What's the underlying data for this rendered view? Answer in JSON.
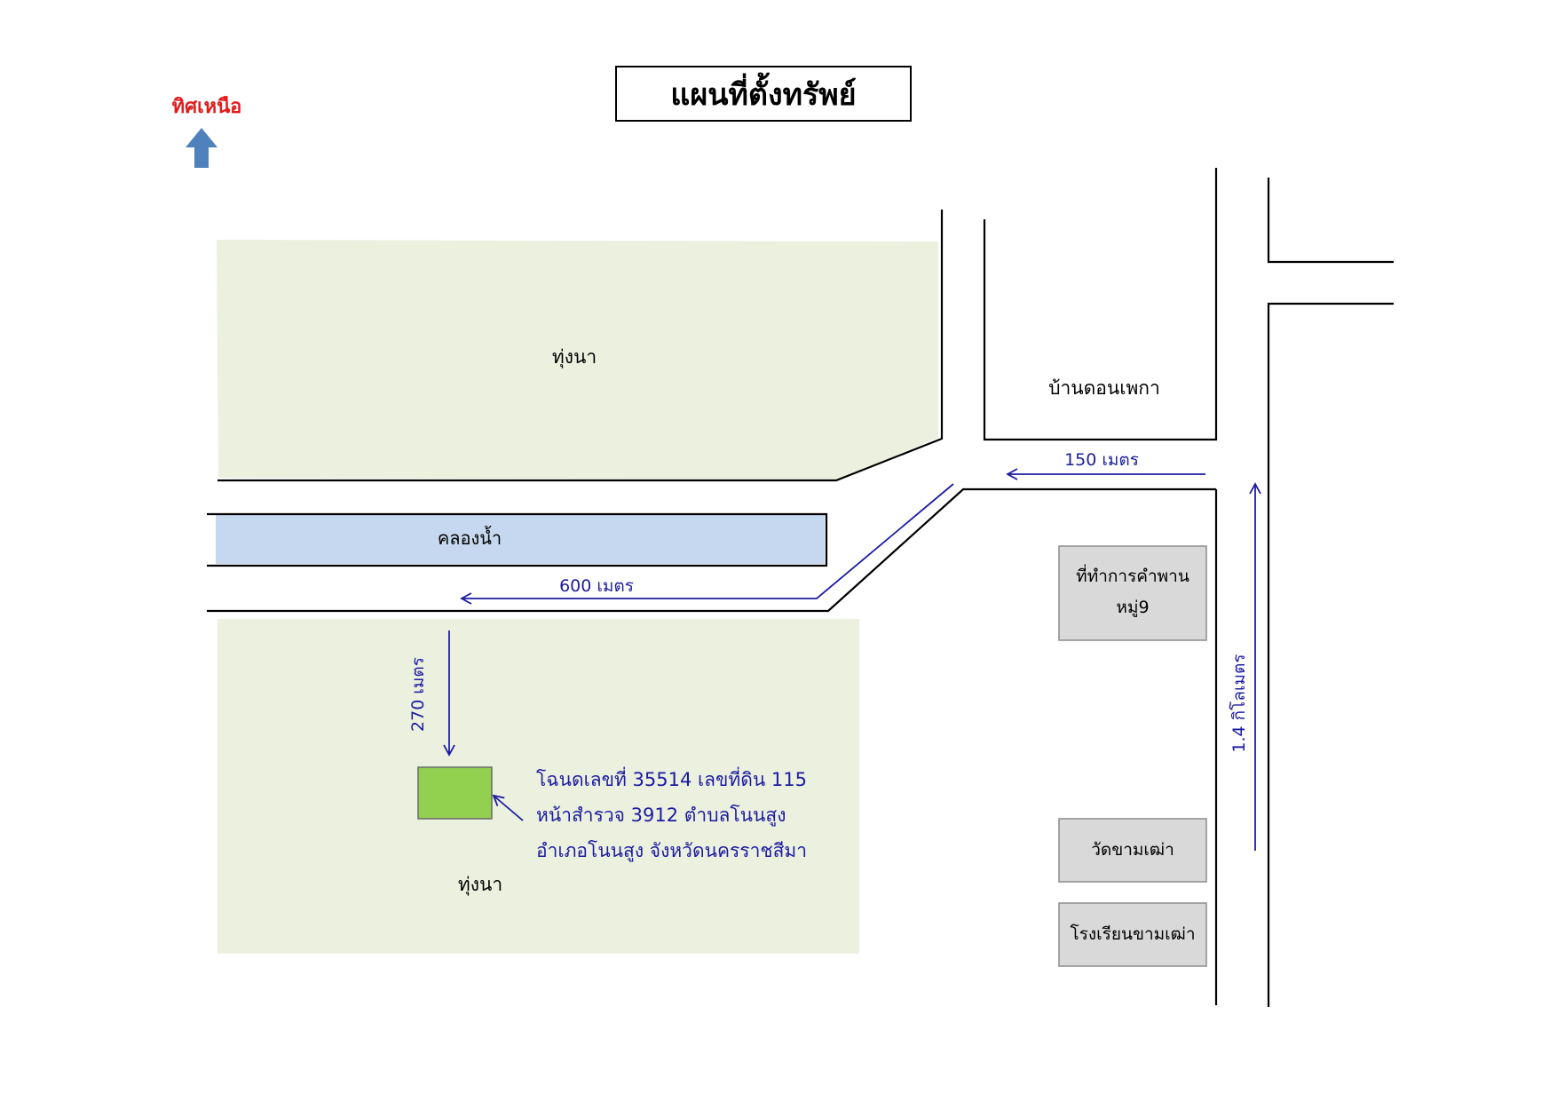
{
  "title": "แผนที่ตั้งทรัพย์",
  "north_label": "ทิศเหนือ",
  "areas": {
    "field_top": "ทุ่งนา",
    "field_bottom": "ทุ่งนา",
    "canal": "คลองน้ำ",
    "village": "บ้านดอนเพกา"
  },
  "buildings": {
    "office_line1": "ที่ทำการคำพาน",
    "office_line2": "หมู่9",
    "temple": "วัดขามเฒ่า",
    "school": "โรงเรียนขามเฒ่า"
  },
  "distances": {
    "d150": "150 เมตร",
    "d600": "600 เมตร",
    "d270": "270 เมตร",
    "d14km": "1.4 กิโลเมตร"
  },
  "property": {
    "line1": "โฉนดเลขที่ 35514 เลขที่ดิน 115",
    "line2": "หน้าสำรวจ 3912 ตำบลโนนสูง",
    "line3": "อำเภอโนนสูง จังหวัดนครราชสีมา"
  },
  "colors": {
    "field": "#ecf0df",
    "canal": "#c6d8ef",
    "property": "#92d050",
    "building": "#d9d9d9",
    "arrow": "#1c1ca0",
    "north_text": "#e01b1b",
    "north_arrow": "#4f81bd"
  }
}
